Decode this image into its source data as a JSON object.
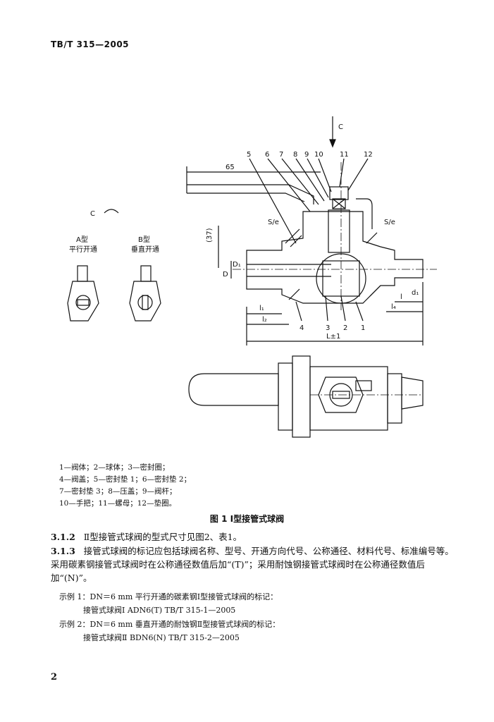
{
  "header": "TB/T 315—2005",
  "figure": {
    "view_label": "C",
    "type_a": "A型",
    "type_a_desc": "平行开通",
    "type_b": "B型",
    "type_b_desc": "垂直开通",
    "callouts_top": [
      "5",
      "6",
      "7",
      "8",
      "9",
      "10",
      "11",
      "12"
    ],
    "callouts_bottom": [
      "4",
      "3",
      "2",
      "1"
    ],
    "dim_65": "65",
    "dim_37": "(37)",
    "dim_se": "S/e",
    "dim_D": "D",
    "dim_D1": "D₁",
    "dim_l1": "l₁",
    "dim_l2": "l₂",
    "dim_l": "l",
    "dim_l4": "l₄",
    "dim_d1": "d₁",
    "dim_L": "L±1",
    "legend": [
      "1—阀体；2—球体；3—密封圈；",
      "4—阀盖；5—密封垫 1；6—密封垫 2；",
      "7—密封垫 3；8—压盖；9—阀杆；",
      "10—手把；11—螺母；12—垫圈。"
    ],
    "caption": "图 1   Ⅰ型接管式球阀"
  },
  "sections": [
    {
      "num": "3.1.2",
      "text": "Ⅱ型接管式球阀的型式尺寸见图2、表1。"
    },
    {
      "num": "3.1.3",
      "text": "接管式球阀的标记应包括球阀名称、型号、开通方向代号、公称通径、材料代号、标准编号等。采用碳素钢接管式球阀时在公称通径数值后加“(T)”；采用耐蚀钢接管式球阀时在公称通径数值后加“(N)”。"
    }
  ],
  "examples": [
    {
      "label": "示例 1：DN＝6 mm   平行开通的碳素钢Ⅰ型接管式球阀的标记：",
      "mark": "接管式球阀Ⅰ   ADN6(T)   TB/T 315-1—2005"
    },
    {
      "label": "示例 2：DN＝6 mm   垂直开通的耐蚀钢Ⅱ型接管式球阀的标记：",
      "mark": "接管式球阀Ⅱ   BDN6(N)   TB/T 315-2—2005"
    }
  ],
  "page_number": "2"
}
